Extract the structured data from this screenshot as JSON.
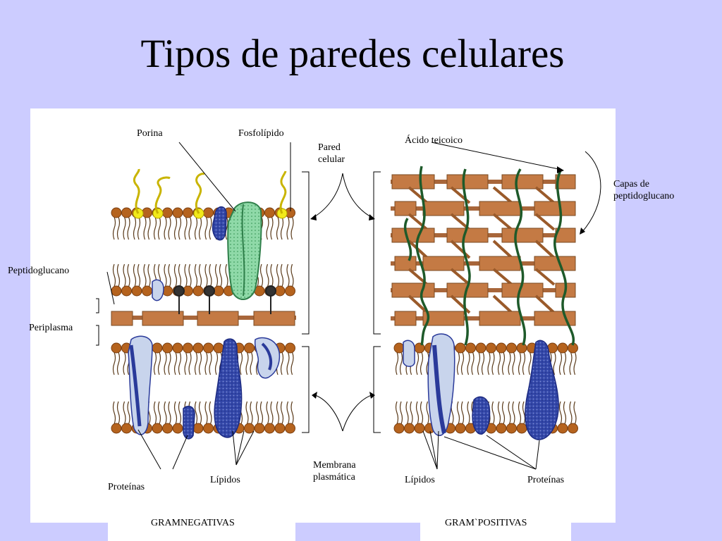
{
  "title": "Tipos de paredes celulares",
  "labels": {
    "porina": "Porina",
    "fosfolipido": "Fosfolípido",
    "pared_celular": "Pared\ncelular",
    "acido_teicoico": "Ácido teicoico",
    "capas_peptidoglucano": "Capas de\npeptidoglucano",
    "peptidoglucano": "Peptidoglucano",
    "periplasma": "Periplasma",
    "membrana_plasmatica": "Membrana\nplasmática",
    "lipidos_left": "Lípidos",
    "proteinas_left": "Proteínas",
    "lipidos_right": "Lípidos",
    "proteinas_right": "Proteínas",
    "gramnegativas": "GRAMNEGATIVAS",
    "grampositivas": "GRAM`POSITIVAS"
  },
  "colors": {
    "background": "#ccccff",
    "panel": "#ffffff",
    "lipid_head": "#b5631e",
    "peptidoglycan": "#c47a44",
    "teichoic_acid": "#1e5a2a",
    "protein_dark": "#2a3a9a",
    "protein_light": "#c8d4ec",
    "porin": "#7fcf9a",
    "lps_head": "#f2ea1a"
  }
}
